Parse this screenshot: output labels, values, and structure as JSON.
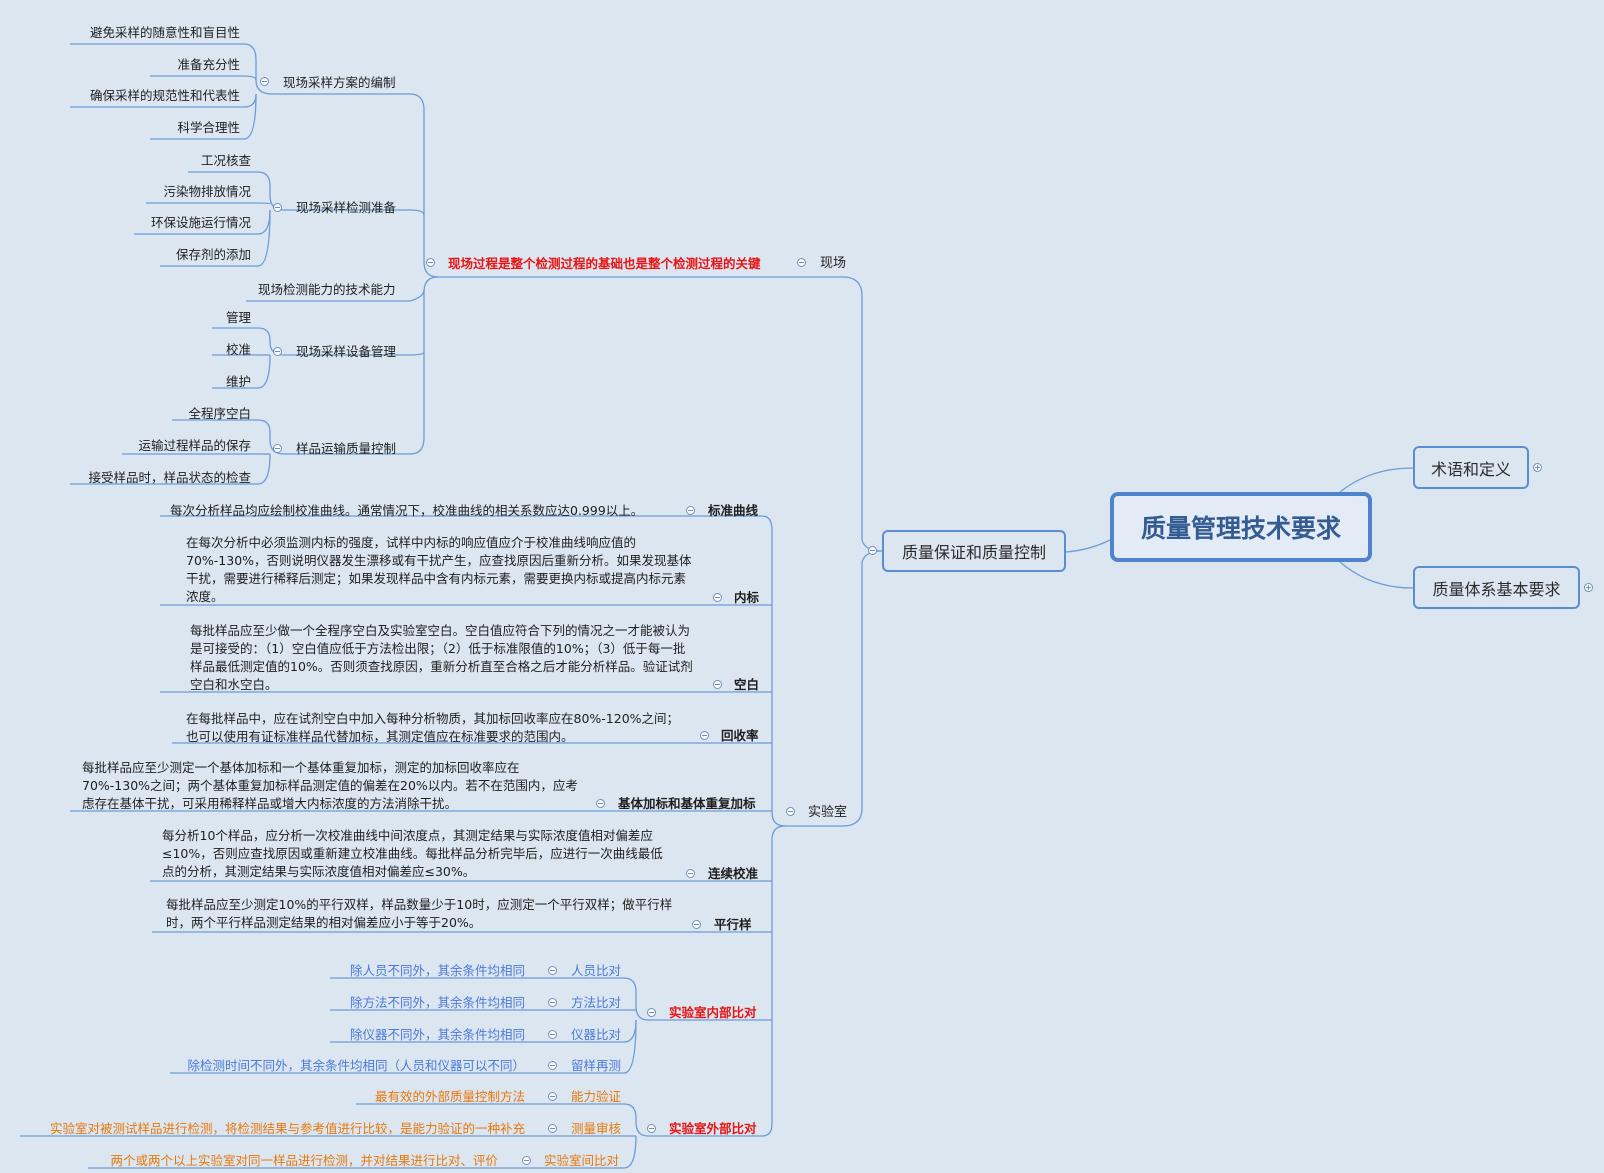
{
  "root": {
    "label": "质量管理技术要求"
  },
  "right": {
    "terms": "术语和定义",
    "system": "质量体系基本要求"
  },
  "qa": {
    "label": "质量保证和质量控制"
  },
  "onsite": {
    "label": "现场",
    "key": "现场过程是整个检测过程的基础也是整个检测过程的关键",
    "plan": {
      "label": "现场采样方案的编制",
      "items": [
        "避免采样的随意性和盲目性",
        "准备充分性",
        "确保采样的规范性和代表性",
        "科学合理性"
      ]
    },
    "prep": {
      "label": "现场采样检测准备",
      "items": [
        "工况核查",
        "污染物排放情况",
        "环保设施运行情况",
        "保存剂的添加"
      ]
    },
    "ability": {
      "label": "现场检测能力的技术能力"
    },
    "equip": {
      "label": "现场采样设备管理",
      "items": [
        "管理",
        "校准",
        "维护"
      ]
    },
    "transport": {
      "label": "样品运输质量控制",
      "items": [
        "全程序空白",
        "运输过程样品的保存",
        "接受样品时，样品状态的检查"
      ]
    }
  },
  "lab": {
    "label": "实验室",
    "std": {
      "label": "标准曲线",
      "desc": "每次分析样品均应绘制校准曲线。通常情况下，校准曲线的相关系数应达0.999以上。"
    },
    "internal": {
      "label": "内标",
      "desc": "在每次分析中必须监测内标的强度，试样中内标的响应值应介于校准曲线响应值的70%-130%，否则说明仪器发生漂移或有干扰产生，应查找原因后重新分析。如果发现基体干扰，需要进行稀释后测定；如果发现样品中含有内标元素，需要更换内标或提高内标元素浓度。"
    },
    "blank": {
      "label": "空白",
      "desc": "每批样品应至少做一个全程序空白及实验室空白。空白值应符合下列的情况之一才能被认为是可接受的：（1）空白值应低于方法检出限；（2）低于标准限值的10%；（3）低于每一批样品最低测定值的10%。否则须查找原因，重新分析直至合格之后才能分析样品。验证试剂空白和水空白。"
    },
    "recovery": {
      "label": "回收率",
      "desc": "在每批样品中，应在试剂空白中加入每种分析物质，其加标回收率应在80%-120%之间；也可以使用有证标准样品代替加标，其测定值应在标准要求的范围内。"
    },
    "matrix": {
      "label": "基体加标和基体重复加标",
      "desc": "每批样品应至少测定一个基体加标和一个基体重复加标，测定的加标回收率应在70%-130%之间；两个基体重复加标样品测定值的偏差在20%以内。若不在范围内，应考虑存在基体干扰，可采用稀释样品或增大内标浓度的方法消除干扰。"
    },
    "cont": {
      "label": "连续校准",
      "desc": "每分析10个样品，应分析一次校准曲线中间浓度点，其测定结果与实际浓度值相对偏差应≤10%，否则应查找原因或重新建立校准曲线。每批样品分析完毕后，应进行一次曲线最低点的分析，其测定结果与实际浓度值相对偏差应≤30%。"
    },
    "parallel": {
      "label": "平行样",
      "desc": "每批样品应至少测定10%的平行双样，样品数量少于10时，应测定一个平行双样；做平行样时，两个平行样品测定结果的相对偏差应小于等于20%。"
    },
    "intra": {
      "label": "实验室内部比对",
      "items": [
        {
          "label": "人员比对",
          "desc": "除人员不同外，其余条件均相同"
        },
        {
          "label": "方法比对",
          "desc": "除方法不同外，其余条件均相同"
        },
        {
          "label": "仪器比对",
          "desc": "除仪器不同外，其余条件均相同"
        },
        {
          "label": "留样再测",
          "desc": "除检测时间不同外，其余条件均相同（人员和仪器可以不同）"
        }
      ]
    },
    "inter": {
      "label": "实验室外部比对",
      "items": [
        {
          "label": "能力验证",
          "desc": "最有效的外部质量控制方法"
        },
        {
          "label": "测量审核",
          "desc": "实验室对被测试样品进行检测，将检测结果与参考值进行比较，是能力验证的一种补充"
        },
        {
          "label": "实验室间比对",
          "desc": "两个或两个以上实验室对同一样品进行检测，并对结果进行比对、评价"
        }
      ]
    }
  },
  "colors": {
    "line": "#6d9bd6",
    "red": "#e81414",
    "blue": "#4a7ad8",
    "orange": "#e8780a",
    "bg": "#dce6f1"
  }
}
